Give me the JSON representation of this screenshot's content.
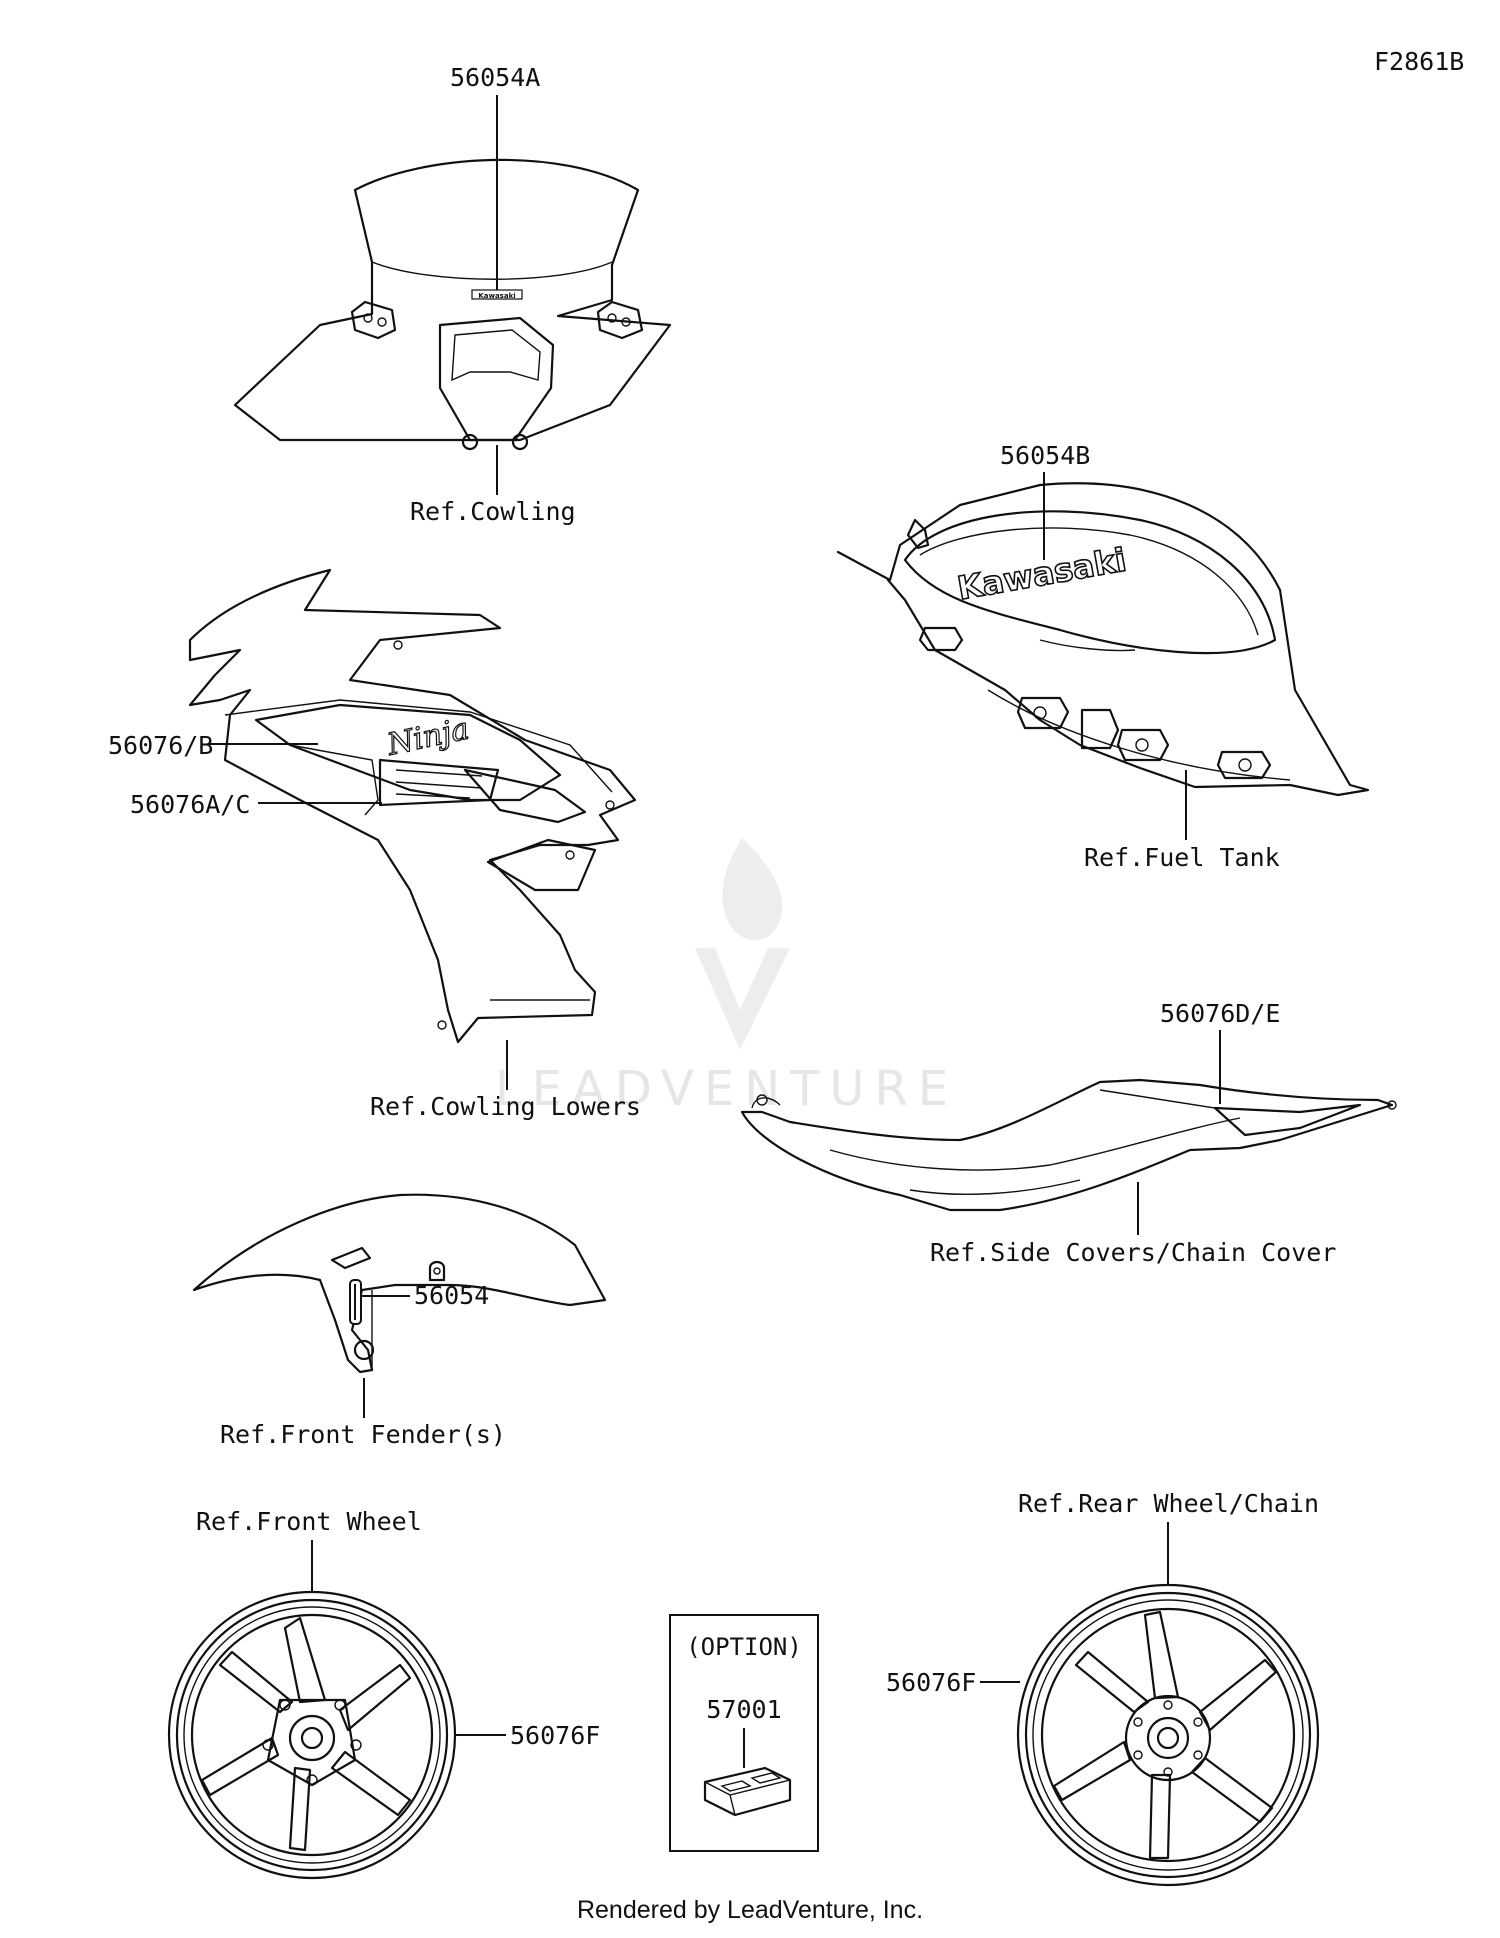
{
  "figure_code": "F2861B",
  "callouts": {
    "windshield_part": "56054A",
    "windshield_ref": "Ref.Cowling",
    "tank_part": "56054B",
    "tank_ref": "Ref.Fuel Tank",
    "cowl_part_1": "56076/B",
    "cowl_part_2": "56076A/C",
    "cowl_ref": "Ref.Cowling Lowers",
    "sidecover_part": "56076D/E",
    "sidecover_ref": "Ref.Side Covers/Chain Cover",
    "fender_part": "56054",
    "fender_ref": "Ref.Front Fender(s)",
    "front_wheel_ref": "Ref.Front Wheel",
    "front_wheel_part": "56076F",
    "rear_wheel_ref": "Ref.Rear Wheel/Chain",
    "rear_wheel_part": "56076F",
    "option_title": "(OPTION)",
    "option_part": "57001"
  },
  "decals": {
    "windshield_logo": "Kawasaki",
    "tank_logo": "Kawasaki",
    "cowl_logo": "Ninja"
  },
  "watermark": "LEADVENTURE",
  "footer": "Rendered by LeadVenture, Inc."
}
